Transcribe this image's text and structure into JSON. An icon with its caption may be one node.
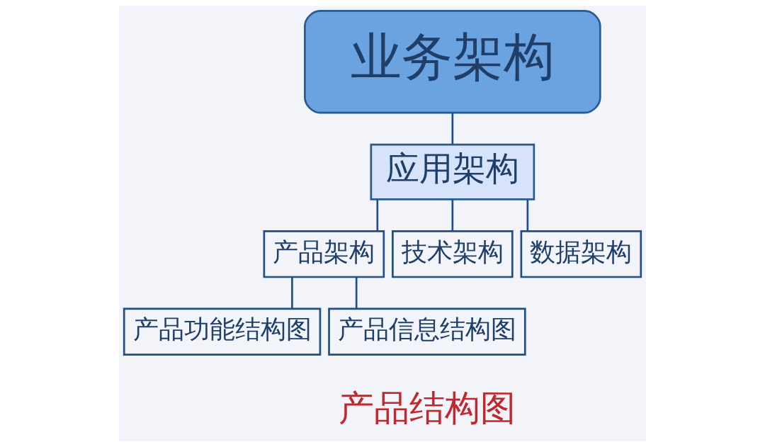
{
  "diagram": {
    "nodes": [
      {
        "text": [
          "业务架构"
        ]
      },
      {
        "text": [
          "应用架构"
        ]
      },
      {
        "text": [
          "产品架构"
        ]
      },
      {
        "text": [
          "技术架构"
        ]
      },
      {
        "text": [
          "数据架构"
        ]
      },
      {
        "text": [
          "产品功能结构图"
        ]
      },
      {
        "text": [
          "产品信息结构图"
        ]
      }
    ],
    "edges": [
      {
        "from": 0,
        "to": 1,
        "arrow": "none"
      },
      {
        "from": 1,
        "to": 2,
        "arrow": "none"
      },
      {
        "from": 1,
        "to": 3,
        "arrow": "none"
      },
      {
        "from": 1,
        "to": 4,
        "arrow": "none"
      },
      {
        "from": 2,
        "to": 5,
        "arrow": "none"
      },
      {
        "from": 2,
        "to": 6,
        "arrow": "none"
      }
    ],
    "labels": [
      "产品结构图"
    ]
  }
}
